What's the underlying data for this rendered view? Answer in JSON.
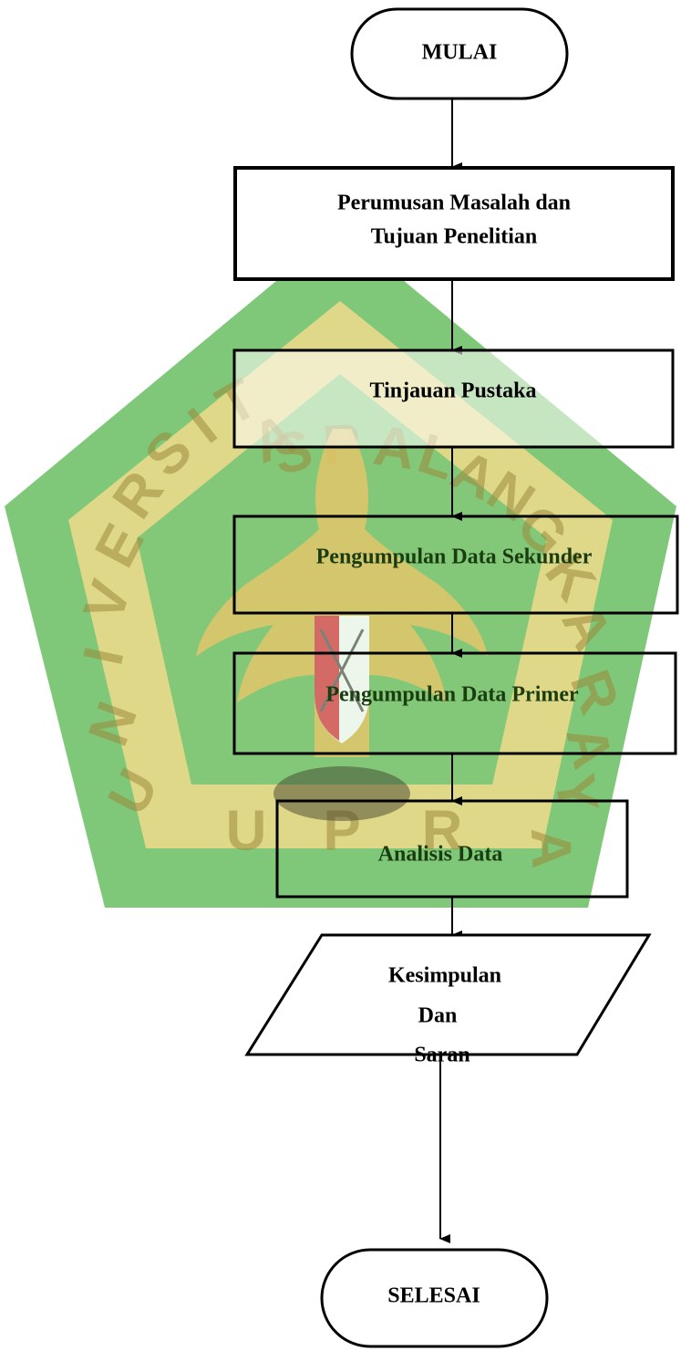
{
  "watermark": {
    "ring_text": "UNIVERSITAS PALANGKA RAYA",
    "bottom_text": "UPR",
    "colors": {
      "outer": "#72c26a",
      "ring": "#e9d98a",
      "inner": "#7dc777",
      "emblem": "#e3c66a",
      "shield_red": "#e15a64"
    }
  },
  "flowchart": {
    "start": "MULAI",
    "step1_line1": "Perumusan Masalah dan",
    "step1_line2": "Tujuan Penelitian",
    "step2": "Tinjauan Pustaka",
    "step3": "Pengumpulan Data Sekunder",
    "step4": "Pengumpulan Data Primer",
    "step5": "Analisis Data",
    "output_line1": "Kesimpulan",
    "output_line2": "Dan",
    "output_line3": "Saran",
    "end": "SELESAI"
  }
}
